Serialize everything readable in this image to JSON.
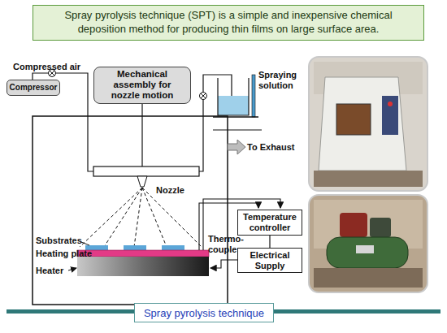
{
  "diagram": {
    "caption": "Spray pyrolysis technique",
    "nodes": [
      {
        "text": [
          "Spray pyrolysis technique (SPT) is a simple and inexpensive chemical deposition method for producing thin films on large surface area."
        ]
      },
      {
        "text": [
          "Compressor"
        ]
      },
      {
        "text": [
          "Mechanical assembly for nozzle motion"
        ]
      },
      {
        "text": [
          "Temperature controller"
        ]
      },
      {
        "text": [
          "Electrical Supply"
        ]
      }
    ],
    "edges": [
      {
        "from": 3,
        "to": 4,
        "arrow": "none"
      }
    ],
    "labels": [
      "Compressed air",
      "Spraying solution",
      "To Exhaust",
      "Nozzle",
      "Substrates",
      "Heating plate",
      "Heater",
      "Thermo-couple"
    ]
  }
}
